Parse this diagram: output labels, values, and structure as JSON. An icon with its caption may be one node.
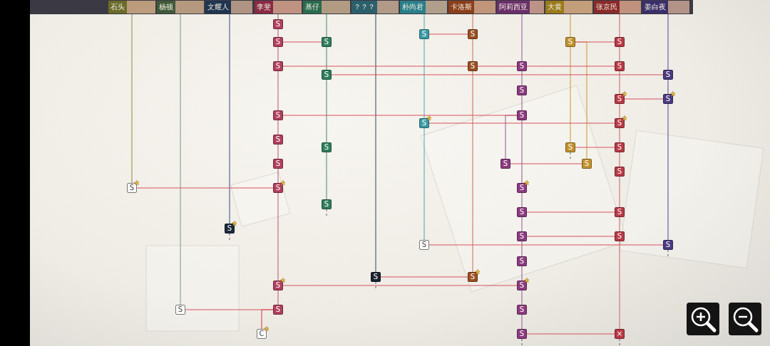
{
  "diagram": {
    "nodes": [
      {
        "text": [
          "石头"
        ]
      },
      {
        "text": [
          "杨顿"
        ]
      },
      {
        "text": [
          "文耀人"
        ]
      },
      {
        "text": [
          "李斐"
        ]
      },
      {
        "text": [
          "基仔"
        ]
      },
      {
        "text": [
          "？？？"
        ]
      },
      {
        "text": [
          "朴尚君"
        ]
      },
      {
        "text": [
          "卡洛斯"
        ]
      },
      {
        "text": [
          "阿莉西亚"
        ]
      },
      {
        "text": [
          "大黄"
        ]
      },
      {
        "text": [
          "张京民"
        ]
      },
      {
        "text": [
          "姜白夜"
        ]
      },
      {
        "text": [
          "S"
        ]
      },
      {
        "text": [
          "S"
        ]
      },
      {
        "text": [
          "S"
        ]
      },
      {
        "text": [
          "S"
        ]
      },
      {
        "text": [
          "S"
        ]
      },
      {
        "text": [
          "S"
        ]
      },
      {
        "text": [
          "S"
        ]
      },
      {
        "text": [
          "S"
        ]
      },
      {
        "text": [
          "S"
        ]
      },
      {
        "text": [
          "S"
        ]
      },
      {
        "text": [
          "S"
        ]
      },
      {
        "text": [
          "S"
        ]
      },
      {
        "text": [
          "S"
        ]
      },
      {
        "text": [
          "S"
        ]
      },
      {
        "text": [
          "S"
        ]
      },
      {
        "text": [
          "S"
        ]
      },
      {
        "text": [
          "S"
        ]
      },
      {
        "text": [
          "S"
        ]
      },
      {
        "text": [
          "S"
        ]
      },
      {
        "text": [
          "S"
        ]
      },
      {
        "text": [
          "S"
        ]
      },
      {
        "text": [
          "S"
        ]
      },
      {
        "text": [
          "S"
        ]
      },
      {
        "text": [
          "S"
        ]
      },
      {
        "text": [
          "S"
        ]
      },
      {
        "text": [
          "S"
        ]
      },
      {
        "text": [
          "S"
        ]
      },
      {
        "text": [
          "S"
        ]
      },
      {
        "text": [
          "S"
        ]
      },
      {
        "text": [
          "S"
        ]
      },
      {
        "text": [
          "S"
        ]
      },
      {
        "text": [
          "S"
        ]
      },
      {
        "text": [
          "S"
        ]
      },
      {
        "text": [
          "S"
        ]
      },
      {
        "text": [
          "S"
        ]
      },
      {
        "text": [
          "S"
        ]
      },
      {
        "text": [
          "S"
        ]
      },
      {
        "text": [
          "S"
        ]
      },
      {
        "text": [
          "S"
        ]
      },
      {
        "text": [
          "S"
        ]
      },
      {
        "text": [
          "S"
        ]
      },
      {
        "text": [
          "S"
        ]
      },
      {
        "text": [
          "S"
        ]
      },
      {
        "text": [
          "S"
        ]
      },
      {
        "text": [
          "S"
        ]
      },
      {
        "text": [
          "S"
        ]
      },
      {
        "text": [
          "S"
        ]
      },
      {
        "text": [
          "C"
        ]
      },
      {
        "text": [
          "S"
        ]
      },
      {
        "text": [
          "×"
        ]
      }
    ],
    "edges": [
      {
        "from": 0,
        "to": 40,
        "arrow": "none",
        "color": "#a09a55"
      },
      {
        "from": 1,
        "to": 56,
        "arrow": "none",
        "color": "#8fa58f"
      },
      {
        "from": 2,
        "to": 46,
        "arrow": "none",
        "color": "#56658a"
      },
      {
        "from": 3,
        "to": 12,
        "arrow": "none",
        "color": "#c0707f"
      },
      {
        "from": 12,
        "to": 15,
        "arrow": "none",
        "color": "#c0707f"
      },
      {
        "from": 15,
        "to": 19,
        "arrow": "none",
        "color": "#c0707f"
      },
      {
        "from": 19,
        "to": 28,
        "arrow": "none",
        "color": "#c0707f"
      },
      {
        "from": 28,
        "to": 32,
        "arrow": "none",
        "color": "#c0707f"
      },
      {
        "from": 32,
        "to": 36,
        "arrow": "none",
        "color": "#c0707f"
      },
      {
        "from": 36,
        "to": 41,
        "arrow": "none",
        "color": "#c0707f"
      },
      {
        "from": 41,
        "to": 54,
        "arrow": "none",
        "color": "#c0707f"
      },
      {
        "from": 54,
        "to": 57,
        "arrow": "none",
        "color": "#c0707f"
      },
      {
        "from": 4,
        "to": 16,
        "arrow": "none",
        "color": "#5f9a7f"
      },
      {
        "from": 16,
        "to": 23,
        "arrow": "none",
        "color": "#5f9a7f"
      },
      {
        "from": 23,
        "to": 33,
        "arrow": "none",
        "color": "#5f9a7f"
      },
      {
        "from": 33,
        "to": 43,
        "arrow": "none",
        "color": "#5f9a7f"
      },
      {
        "from": 5,
        "to": 52,
        "arrow": "none",
        "color": "#556070"
      },
      {
        "from": 6,
        "to": 13,
        "arrow": "none",
        "color": "#6ab0b8"
      },
      {
        "from": 13,
        "to": 30,
        "arrow": "none",
        "color": "#6ab0b8"
      },
      {
        "from": 30,
        "to": 49,
        "arrow": "none",
        "color": "#6ab0b8"
      },
      {
        "from": 7,
        "to": 14,
        "arrow": "none",
        "color": "#d08070"
      },
      {
        "from": 14,
        "to": 20,
        "arrow": "none",
        "color": "#d08070"
      },
      {
        "from": 20,
        "to": 53,
        "arrow": "none",
        "color": "#d08070"
      },
      {
        "from": 8,
        "to": 21,
        "arrow": "none",
        "color": "#a070a0"
      },
      {
        "from": 21,
        "to": 25,
        "arrow": "none",
        "color": "#a070a0"
      },
      {
        "from": 25,
        "to": 29,
        "arrow": "none",
        "color": "#a070a0"
      },
      {
        "from": 29,
        "to": 42,
        "arrow": "none",
        "color": "#a070a0"
      },
      {
        "from": 42,
        "to": 44,
        "arrow": "none",
        "color": "#a070a0"
      },
      {
        "from": 44,
        "to": 47,
        "arrow": "none",
        "color": "#a070a0"
      },
      {
        "from": 47,
        "to": 51,
        "arrow": "none",
        "color": "#a070a0"
      },
      {
        "from": 51,
        "to": 55,
        "arrow": "none",
        "color": "#a070a0"
      },
      {
        "from": 55,
        "to": 58,
        "arrow": "none",
        "color": "#a070a0"
      },
      {
        "from": 58,
        "to": 60,
        "arrow": "none",
        "color": "#a070a0"
      },
      {
        "from": 29,
        "to": 37,
        "arrow": "none",
        "color": "#a070a0"
      },
      {
        "from": 9,
        "to": 17,
        "arrow": "none",
        "color": "#d0a850"
      },
      {
        "from": 17,
        "to": 34,
        "arrow": "none",
        "color": "#d0a850"
      },
      {
        "from": 17,
        "to": 38,
        "arrow": "none",
        "color": "#d0a850"
      },
      {
        "from": 10,
        "to": 18,
        "arrow": "none",
        "color": "#d07a80"
      },
      {
        "from": 18,
        "to": 22,
        "arrow": "none",
        "color": "#d07a80"
      },
      {
        "from": 22,
        "to": 26,
        "arrow": "none",
        "color": "#d07a80"
      },
      {
        "from": 26,
        "to": 31,
        "arrow": "none",
        "color": "#d07a80"
      },
      {
        "from": 31,
        "to": 35,
        "arrow": "none",
        "color": "#d07a80"
      },
      {
        "from": 35,
        "to": 39,
        "arrow": "none",
        "color": "#d07a80"
      },
      {
        "from": 39,
        "to": 45,
        "arrow": "none",
        "color": "#d07a80"
      },
      {
        "from": 45,
        "to": 48,
        "arrow": "none",
        "color": "#d07a80"
      },
      {
        "from": 48,
        "to": 61,
        "arrow": "none",
        "color": "#d07a80"
      },
      {
        "from": 11,
        "to": 24,
        "arrow": "none",
        "color": "#6a60a0"
      },
      {
        "from": 24,
        "to": 27,
        "arrow": "none",
        "color": "#6a60a0"
      },
      {
        "from": 27,
        "to": 50,
        "arrow": "none",
        "color": "#6a60a0"
      },
      {
        "from": 13,
        "to": 14,
        "arrow": "none",
        "color": "#d9535f"
      },
      {
        "from": 15,
        "to": 16,
        "arrow": "none",
        "color": "#d9535f"
      },
      {
        "from": 17,
        "to": 18,
        "arrow": "none",
        "color": "#d9535f"
      },
      {
        "from": 19,
        "to": 20,
        "arrow": "none",
        "color": "#d9535f"
      },
      {
        "from": 20,
        "to": 21,
        "arrow": "none",
        "color": "#d9535f"
      },
      {
        "from": 21,
        "to": 22,
        "arrow": "none",
        "color": "#d9535f"
      },
      {
        "from": 23,
        "to": 24,
        "arrow": "none",
        "color": "#d9535f"
      },
      {
        "from": 26,
        "to": 27,
        "arrow": "none",
        "color": "#d9535f"
      },
      {
        "from": 28,
        "to": 29,
        "arrow": "none",
        "color": "#d9535f"
      },
      {
        "from": 30,
        "to": 31,
        "arrow": "none",
        "color": "#d9535f"
      },
      {
        "from": 34,
        "to": 35,
        "arrow": "none",
        "color": "#d9535f"
      },
      {
        "from": 37,
        "to": 38,
        "arrow": "none",
        "color": "#d9535f"
      },
      {
        "from": 40,
        "to": 41,
        "arrow": "none",
        "color": "#d9535f"
      },
      {
        "from": 44,
        "to": 45,
        "arrow": "none",
        "color": "#d9535f"
      },
      {
        "from": 47,
        "to": 48,
        "arrow": "none",
        "color": "#d9535f"
      },
      {
        "from": 49,
        "to": 50,
        "arrow": "none",
        "color": "#d9535f"
      },
      {
        "from": 52,
        "to": 53,
        "arrow": "none",
        "color": "#d9535f"
      },
      {
        "from": 54,
        "to": 55,
        "arrow": "none",
        "color": "#d9535f"
      },
      {
        "from": 56,
        "to": 57,
        "arrow": "none",
        "color": "#d9535f"
      },
      {
        "from": 57,
        "to": 59,
        "arrow": "none",
        "color": "#d9535f"
      },
      {
        "from": 60,
        "to": 61,
        "arrow": "none",
        "color": "#d9535f"
      }
    ]
  }
}
